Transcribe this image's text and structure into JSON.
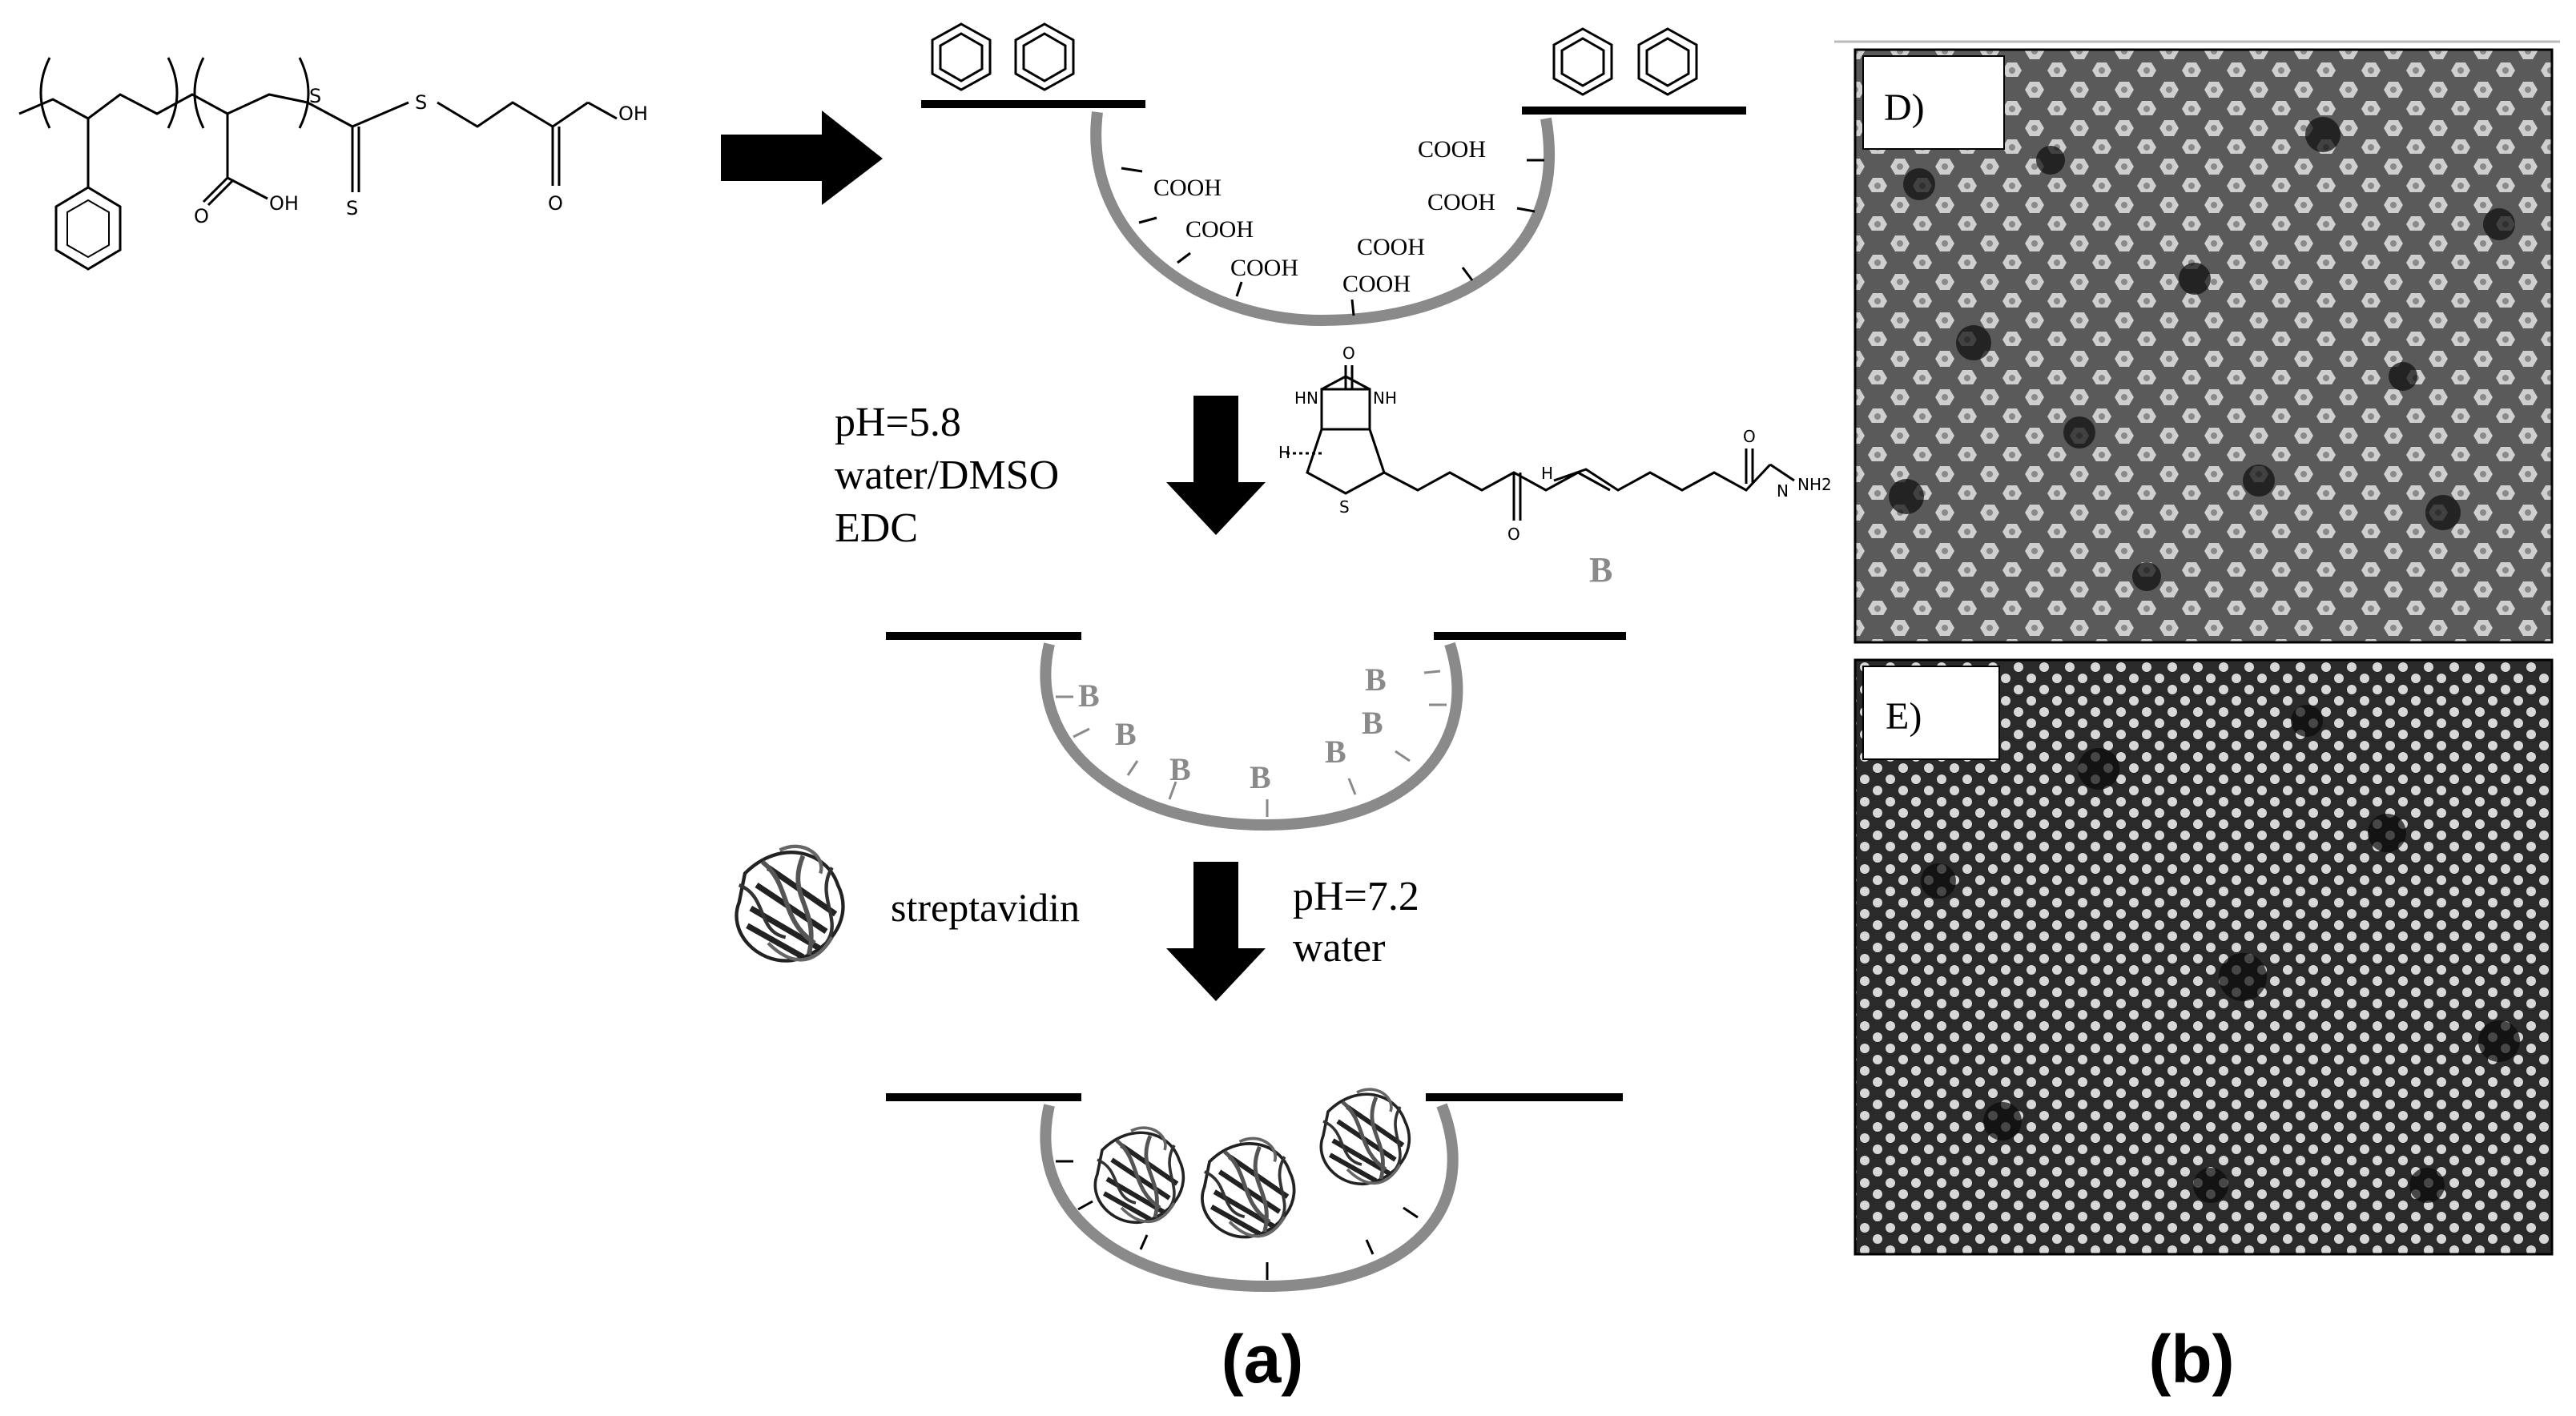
{
  "polymer": {
    "atoms": {
      "S": "S",
      "O": "O",
      "OH": "OH"
    }
  },
  "cavity_top": {
    "group": "COOH"
  },
  "step1": {
    "conditions": [
      "pH=5.8",
      "water/DMSO",
      "EDC"
    ],
    "biotin_atoms": {
      "HN": "HN",
      "NH": "NH",
      "O": "O",
      "S": "S",
      "H": "H",
      "N": "N",
      "NH2": "NH2"
    },
    "biotin_label": "B"
  },
  "cavity_mid": {
    "label": "B"
  },
  "step2": {
    "reagent": "streptavidin",
    "conditions": [
      "pH=7.2",
      "water"
    ]
  },
  "panel_labels": {
    "a": "(a)",
    "b": "(b)"
  },
  "micrographs": {
    "d": "D)",
    "e": "E)"
  },
  "colors": {
    "cavity": "#8a8a8a",
    "biotin": "#8a8a8a",
    "line": "#000000"
  }
}
